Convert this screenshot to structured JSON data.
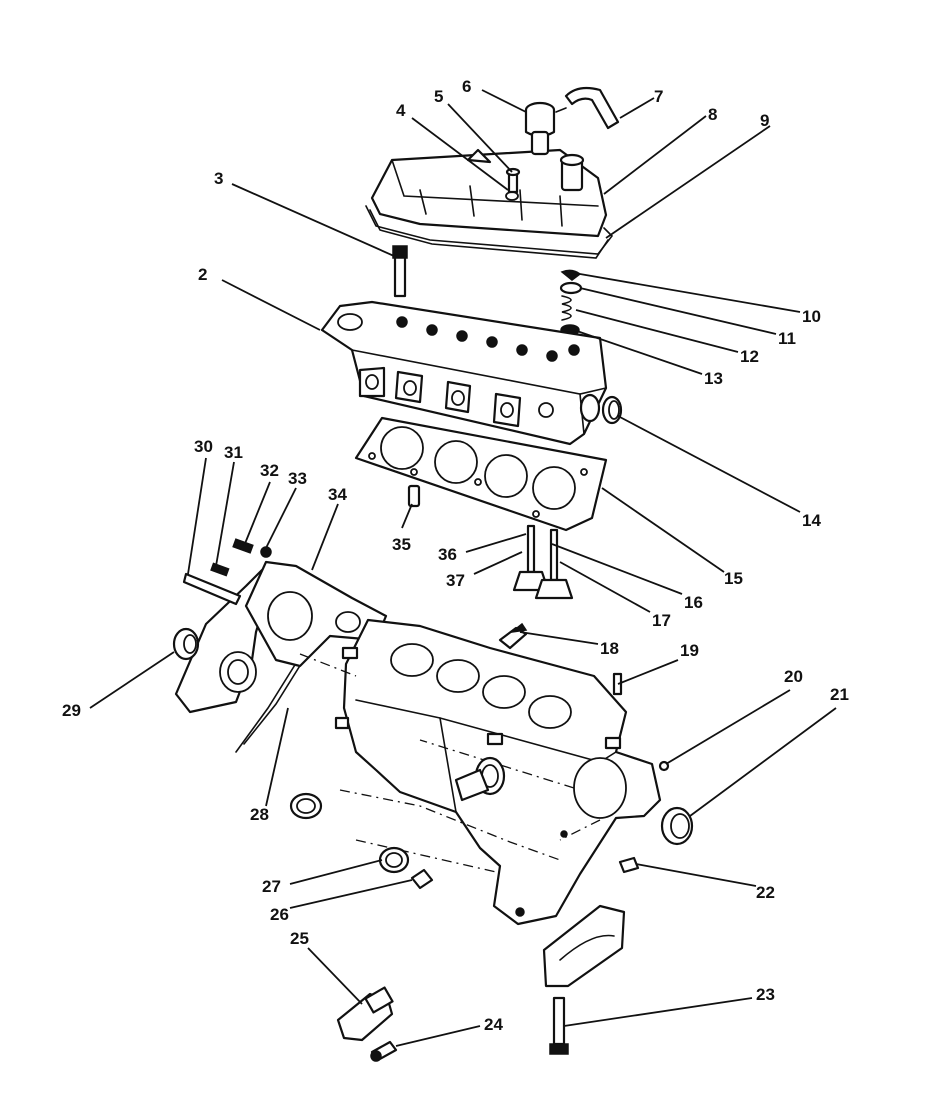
{
  "colors": {
    "ink": "#111111",
    "paper": "#ffffff"
  },
  "callouts": [
    {
      "id": "1",
      "label": "2"
    },
    {
      "id": "2",
      "label": "3"
    },
    {
      "id": "3",
      "label": "4"
    },
    {
      "id": "4",
      "label": "5"
    },
    {
      "id": "5",
      "label": "6"
    },
    {
      "id": "6",
      "label": "7"
    },
    {
      "id": "7",
      "label": "8"
    },
    {
      "id": "8",
      "label": "9"
    },
    {
      "id": "9",
      "label": "10"
    },
    {
      "id": "10",
      "label": "11"
    },
    {
      "id": "11",
      "label": "12"
    },
    {
      "id": "12",
      "label": "13"
    },
    {
      "id": "13",
      "label": "14"
    },
    {
      "id": "14",
      "label": "15"
    },
    {
      "id": "15",
      "label": "16"
    },
    {
      "id": "16",
      "label": "17"
    },
    {
      "id": "17",
      "label": "18"
    },
    {
      "id": "18",
      "label": "19"
    },
    {
      "id": "19",
      "label": "20"
    },
    {
      "id": "20",
      "label": "21"
    },
    {
      "id": "21",
      "label": "22"
    },
    {
      "id": "22",
      "label": "23"
    },
    {
      "id": "23",
      "label": "24"
    },
    {
      "id": "24",
      "label": "25"
    },
    {
      "id": "25",
      "label": "26"
    },
    {
      "id": "26",
      "label": "27"
    },
    {
      "id": "27",
      "label": "28"
    },
    {
      "id": "28",
      "label": "29"
    },
    {
      "id": "29",
      "label": "30"
    },
    {
      "id": "30",
      "label": "31"
    },
    {
      "id": "31",
      "label": "32"
    },
    {
      "id": "32",
      "label": "33"
    },
    {
      "id": "33",
      "label": "34"
    },
    {
      "id": "34",
      "label": "35"
    },
    {
      "id": "35",
      "label": "36"
    },
    {
      "id": "36",
      "label": "37"
    }
  ]
}
